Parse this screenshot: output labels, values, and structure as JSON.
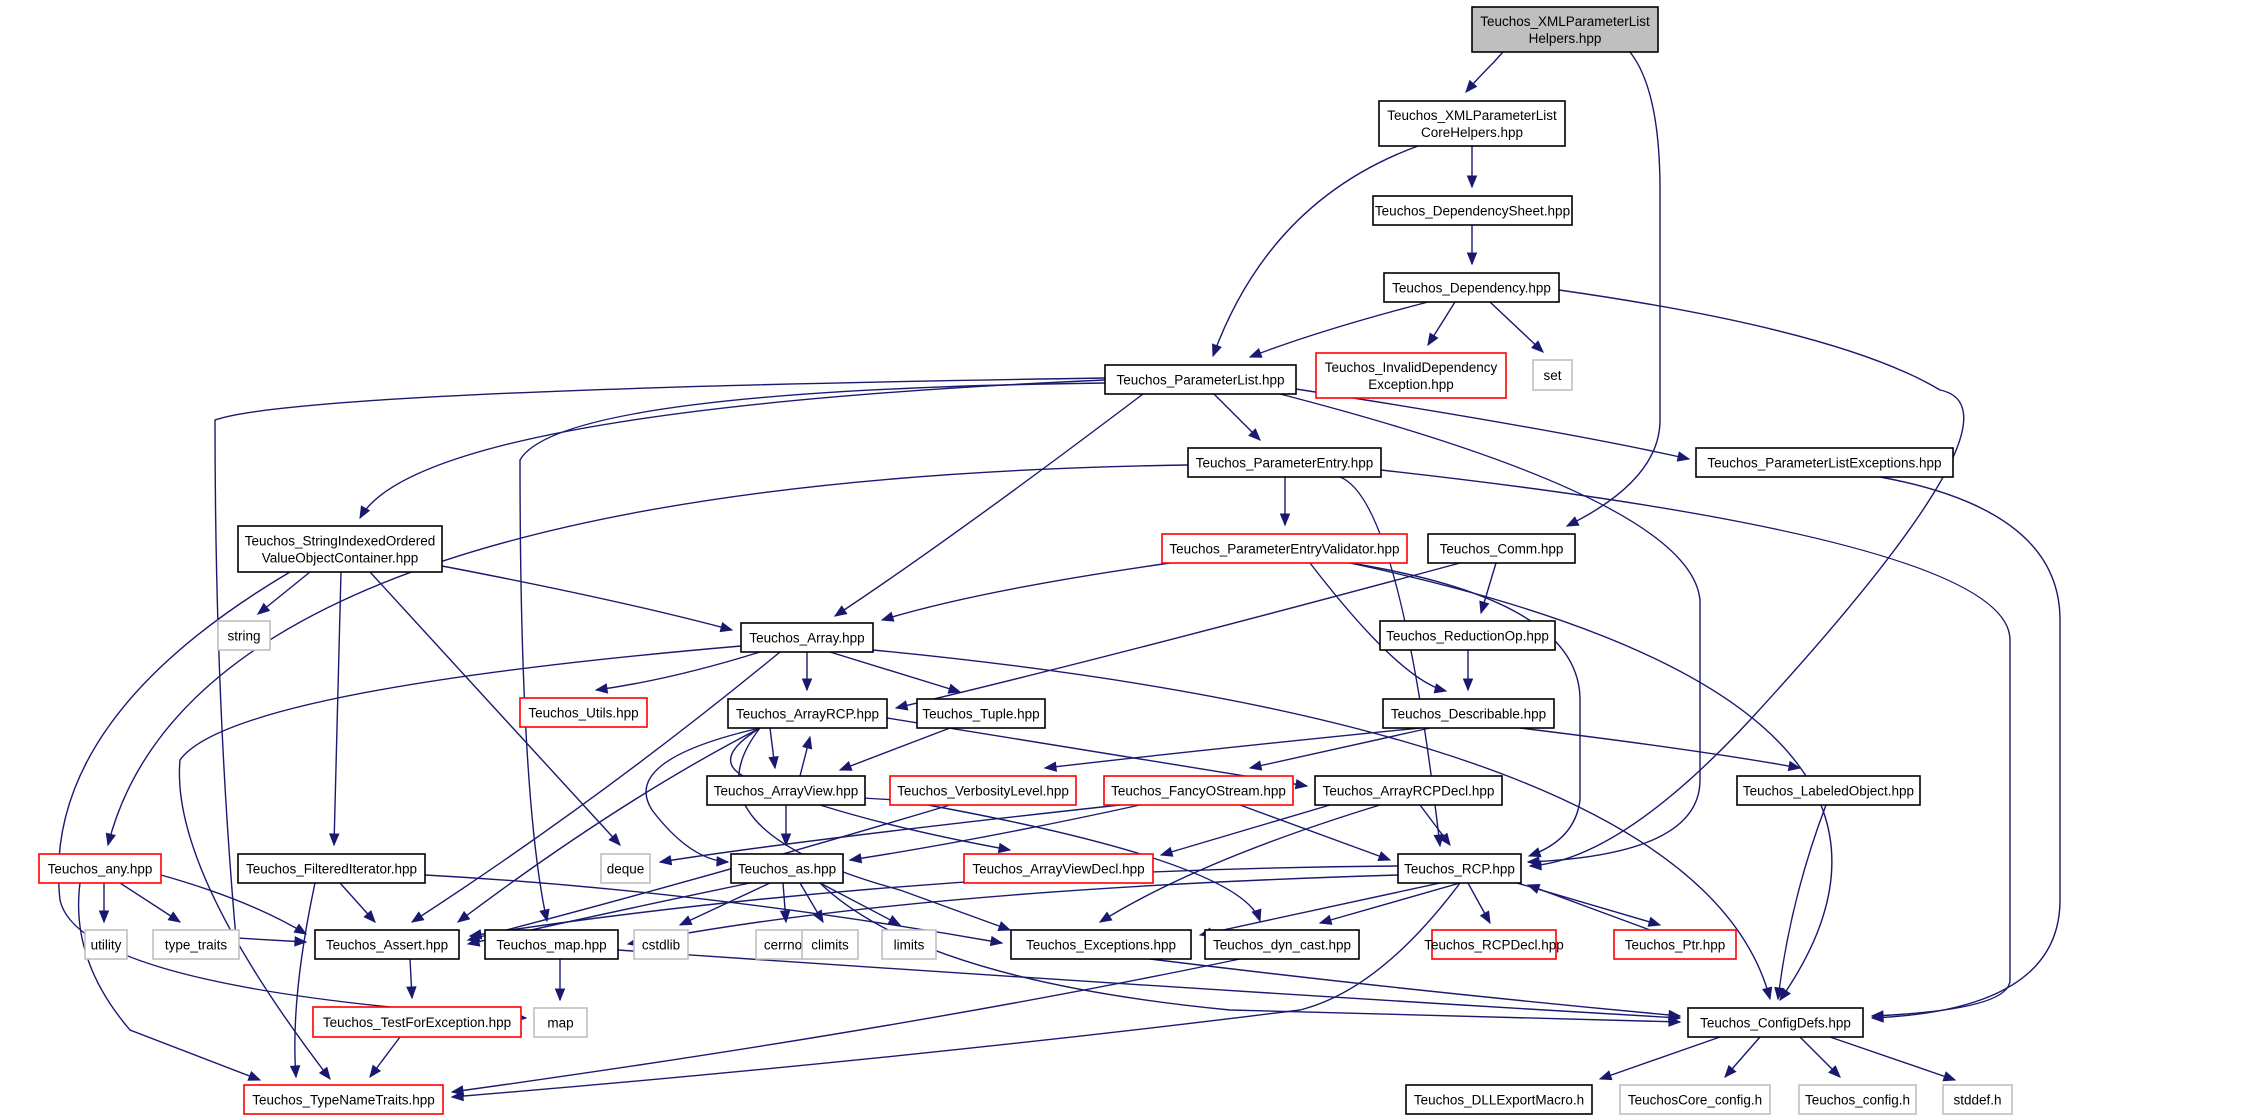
{
  "colors": {
    "edge": "#191970",
    "border_normal": "#000000",
    "border_truncated": "#ff0000",
    "border_system": "#bfbfbf",
    "root_fill": "#bfbfbf",
    "fill": "#ffffff",
    "system_text": "#404040"
  },
  "nodes": {
    "xmlhelpers": {
      "lines": [
        "Teuchos_XMLParameterList",
        "Helpers.hpp"
      ],
      "kind": "root"
    },
    "corehelpers": {
      "lines": [
        "Teuchos_XMLParameterList",
        "CoreHelpers.hpp"
      ],
      "kind": "normal"
    },
    "depsheet": {
      "lines": [
        "Teuchos_DependencySheet.hpp"
      ],
      "kind": "normal"
    },
    "dependency": {
      "lines": [
        "Teuchos_Dependency.hpp"
      ],
      "kind": "normal"
    },
    "paramlist": {
      "lines": [
        "Teuchos_ParameterList.hpp"
      ],
      "kind": "normal"
    },
    "invaliddep": {
      "lines": [
        "Teuchos_InvalidDependency",
        "Exception.hpp"
      ],
      "kind": "truncated"
    },
    "set": {
      "lines": [
        "set"
      ],
      "kind": "system"
    },
    "paramentry": {
      "lines": [
        "Teuchos_ParameterEntry.hpp"
      ],
      "kind": "normal"
    },
    "plexceptions": {
      "lines": [
        "Teuchos_ParameterListExceptions.hpp"
      ],
      "kind": "normal"
    },
    "stringindexed": {
      "lines": [
        "Teuchos_StringIndexedOrdered",
        "ValueObjectContainer.hpp"
      ],
      "kind": "normal"
    },
    "validator": {
      "lines": [
        "Teuchos_ParameterEntryValidator.hpp"
      ],
      "kind": "truncated"
    },
    "comm": {
      "lines": [
        "Teuchos_Comm.hpp"
      ],
      "kind": "normal"
    },
    "string": {
      "lines": [
        "string"
      ],
      "kind": "system"
    },
    "array": {
      "lines": [
        "Teuchos_Array.hpp"
      ],
      "kind": "normal"
    },
    "reductionop": {
      "lines": [
        "Teuchos_ReductionOp.hpp"
      ],
      "kind": "normal"
    },
    "utils": {
      "lines": [
        "Teuchos_Utils.hpp"
      ],
      "kind": "truncated"
    },
    "arrayrcp": {
      "lines": [
        "Teuchos_ArrayRCP.hpp"
      ],
      "kind": "normal"
    },
    "tuple": {
      "lines": [
        "Teuchos_Tuple.hpp"
      ],
      "kind": "normal"
    },
    "describable": {
      "lines": [
        "Teuchos_Describable.hpp"
      ],
      "kind": "normal"
    },
    "arrayview": {
      "lines": [
        "Teuchos_ArrayView.hpp"
      ],
      "kind": "normal"
    },
    "verbosity": {
      "lines": [
        "Teuchos_VerbosityLevel.hpp"
      ],
      "kind": "truncated"
    },
    "fancyostream": {
      "lines": [
        "Teuchos_FancyOStream.hpp"
      ],
      "kind": "truncated"
    },
    "arrayrcpdecl": {
      "lines": [
        "Teuchos_ArrayRCPDecl.hpp"
      ],
      "kind": "normal"
    },
    "labeledobject": {
      "lines": [
        "Teuchos_LabeledObject.hpp"
      ],
      "kind": "normal"
    },
    "any": {
      "lines": [
        "Teuchos_any.hpp"
      ],
      "kind": "truncated"
    },
    "filterediter": {
      "lines": [
        "Teuchos_FilteredIterator.hpp"
      ],
      "kind": "normal"
    },
    "deque": {
      "lines": [
        "deque"
      ],
      "kind": "system"
    },
    "as": {
      "lines": [
        "Teuchos_as.hpp"
      ],
      "kind": "normal"
    },
    "arrayviewdecl": {
      "lines": [
        "Teuchos_ArrayViewDecl.hpp"
      ],
      "kind": "truncated"
    },
    "rcp": {
      "lines": [
        "Teuchos_RCP.hpp"
      ],
      "kind": "normal"
    },
    "utility": {
      "lines": [
        "utility"
      ],
      "kind": "system"
    },
    "typetraits": {
      "lines": [
        "type_traits"
      ],
      "kind": "system"
    },
    "assert": {
      "lines": [
        "Teuchos_Assert.hpp"
      ],
      "kind": "normal"
    },
    "map_hpp": {
      "lines": [
        "Teuchos_map.hpp"
      ],
      "kind": "normal"
    },
    "cstdlib": {
      "lines": [
        "cstdlib"
      ],
      "kind": "system"
    },
    "cerrno": {
      "lines": [
        "cerrno"
      ],
      "kind": "system"
    },
    "climits": {
      "lines": [
        "climits"
      ],
      "kind": "system"
    },
    "limits": {
      "lines": [
        "limits"
      ],
      "kind": "system"
    },
    "exceptions": {
      "lines": [
        "Teuchos_Exceptions.hpp"
      ],
      "kind": "normal"
    },
    "dyncast": {
      "lines": [
        "Teuchos_dyn_cast.hpp"
      ],
      "kind": "normal"
    },
    "rcpdecl": {
      "lines": [
        "Teuchos_RCPDecl.hpp"
      ],
      "kind": "truncated"
    },
    "ptr": {
      "lines": [
        "Teuchos_Ptr.hpp"
      ],
      "kind": "truncated"
    },
    "testforexc": {
      "lines": [
        "Teuchos_TestForException.hpp"
      ],
      "kind": "truncated"
    },
    "map": {
      "lines": [
        "map"
      ],
      "kind": "system"
    },
    "configdefs": {
      "lines": [
        "Teuchos_ConfigDefs.hpp"
      ],
      "kind": "normal"
    },
    "typenametraits": {
      "lines": [
        "Teuchos_TypeNameTraits.hpp"
      ],
      "kind": "truncated"
    },
    "dllexport": {
      "lines": [
        "Teuchos_DLLExportMacro.h"
      ],
      "kind": "normal"
    },
    "corecfg": {
      "lines": [
        "TeuchosCore_config.h"
      ],
      "kind": "system"
    },
    "config": {
      "lines": [
        "Teuchos_config.h"
      ],
      "kind": "system"
    },
    "stddef": {
      "lines": [
        "stddef.h"
      ],
      "kind": "system"
    }
  }
}
